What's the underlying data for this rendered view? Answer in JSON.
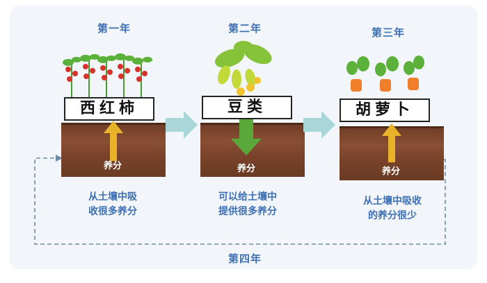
{
  "stages": [
    {
      "year": "第一年",
      "crop": "西红柿",
      "nutrient": "养分",
      "caption_line1": "从土壤中吸",
      "caption_line2": "收很多养分"
    },
    {
      "year": "第二年",
      "crop": "豆类",
      "nutrient": "养分",
      "caption_line1": "可以给土壤中",
      "caption_line2": "提供很多养分"
    },
    {
      "year": "第三年",
      "crop": "胡萝卜",
      "nutrient": "养分",
      "caption_line1": "从土壤中吸收",
      "caption_line2": "的养分很少"
    }
  ],
  "cycle_label": "第四年",
  "icons": [
    "tomato-plant-icon",
    "bean-pod-icon",
    "carrot-icon",
    "up-arrow-icon",
    "down-arrow-icon",
    "right-arrow-icon"
  ],
  "colors": {
    "title_blue": "#3d6fb5",
    "soil_brown": "#7a432b",
    "up_arrow_yellow": "#e9b22b",
    "down_arrow_green": "#5aa83a",
    "flow_arrow_teal": "#a9d6d8",
    "dashed_line": "#6f8aa8"
  }
}
